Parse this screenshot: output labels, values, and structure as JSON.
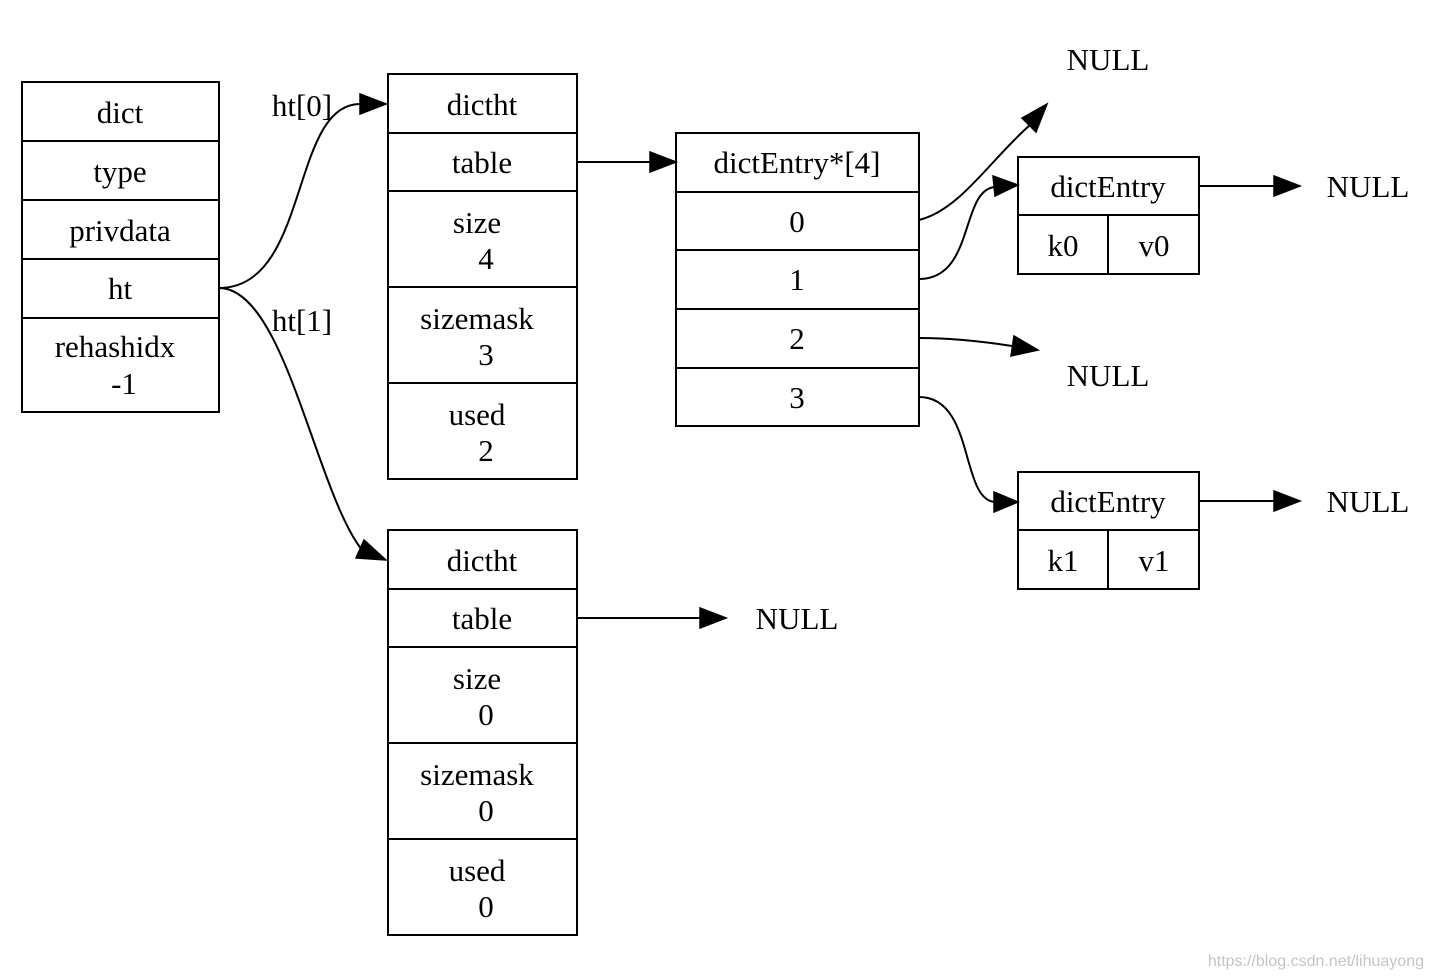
{
  "dict": {
    "title": "dict",
    "type": "type",
    "privdata": "privdata",
    "ht": "ht",
    "rehashidx_label": "rehashidx",
    "rehashidx_value": "-1"
  },
  "edges": {
    "ht0": "ht[0]",
    "ht1": "ht[1]"
  },
  "ht0": {
    "title": "dictht",
    "table": "table",
    "size_label": "size",
    "size_value": "4",
    "sizemask_label": "sizemask",
    "sizemask_value": "3",
    "used_label": "used",
    "used_value": "2"
  },
  "ht1": {
    "title": "dictht",
    "table": "table",
    "size_label": "size",
    "size_value": "0",
    "sizemask_label": "sizemask",
    "sizemask_value": "0",
    "used_label": "used",
    "used_value": "0"
  },
  "table_array": {
    "title": "dictEntry*[4]",
    "slots": [
      "0",
      "1",
      "2",
      "3"
    ]
  },
  "entry0": {
    "title": "dictEntry",
    "key": "k0",
    "value": "v0"
  },
  "entry1": {
    "title": "dictEntry",
    "key": "k1",
    "value": "v1"
  },
  "null_labels": {
    "slot0": "NULL",
    "slot2": "NULL",
    "entry0_next": "NULL",
    "entry1_next": "NULL",
    "ht1_table": "NULL"
  },
  "watermark": "https://blog.csdn.net/lihuayong"
}
